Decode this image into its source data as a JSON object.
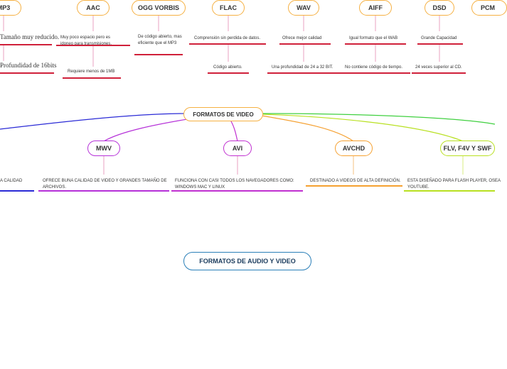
{
  "audio": {
    "mp3": {
      "label": "MP3",
      "note1": "Tamaño muy reducido.",
      "note2": "Profundidad de 16bits"
    },
    "aac": {
      "label": "AAC",
      "note1": "Muy poco espacio pero es idoneo para transmisiones.",
      "note2": "Requiere menos de  1MB"
    },
    "ogg": {
      "label": "OGG VORBIS",
      "note1": "De código abierto, mas eficiente que el MP3"
    },
    "flac": {
      "label": "FLAC",
      "note1": "Comprensión sin perdida de datos.",
      "note2": "Código abierto."
    },
    "wav": {
      "label": "WAV",
      "note1": "Ofrece mejor calidad",
      "note2": "Una profundidad de 24 a 32 BIT."
    },
    "aiff": {
      "label": "AIFF",
      "note1": "Igual formato que el WAB",
      "note2": "No contiene  código de tiempo."
    },
    "dsd": {
      "label": "DSD",
      "note1": "Grande Capacidad",
      "note2": "24 veces superior al CD."
    },
    "pcm": {
      "label": "PCM"
    }
  },
  "video": {
    "center": "FORMATOS DE VIDEO",
    "left_partial": "A CALIDAD",
    "mwv": {
      "label": "MWV",
      "note": "OFRECE BUNA CALIDAD DE VIDEO  Y GRANDES TAMAÑO DE ARCHIVOS."
    },
    "avi": {
      "label": "AVI",
      "note": "FUNCIONA CON CASI TODOS LOS NAVEGADORES COMO: WINDOWS MAC Y LINUX"
    },
    "avchd": {
      "label": "AVCHD",
      "note": "DESTINADO A VIDEOS DE ALTA DEFINICIÓN."
    },
    "flv": {
      "label": "FLV, F4V Y SWF",
      "note": "ESTA DISEÑADO PARA FLASH PLAYER, OSEA YOUTUBE."
    }
  },
  "main_title": "FORMATOS DE AUDIO Y VIDEO",
  "colors": {
    "pill_border": "#f5b042",
    "audio_stem": "#e8a0c0",
    "audio_line": "#d0203a",
    "blue": "#2a2ad6",
    "purple": "#b530d8",
    "magenta": "#c030d0",
    "orange": "#f5a030",
    "lime": "#b8e020",
    "green": "#40d040",
    "title_border": "#2a7fb8"
  }
}
